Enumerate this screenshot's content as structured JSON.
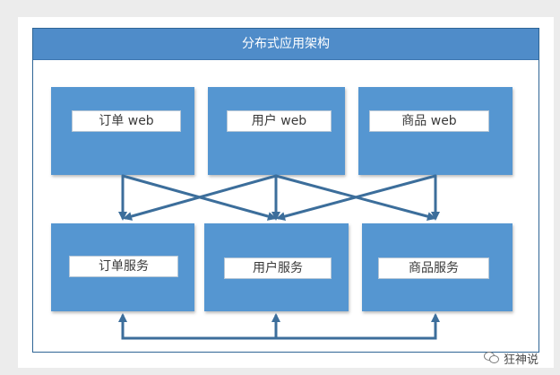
{
  "title": "分布式应用架构",
  "web_layer": [
    {
      "label": "订单 web"
    },
    {
      "label": "用户 web"
    },
    {
      "label": "商品 web"
    }
  ],
  "service_layer": [
    {
      "label": "订单服务"
    },
    {
      "label": "用户服务"
    },
    {
      "label": "商品服务"
    }
  ],
  "watermark": {
    "text": "狂神说",
    "icon": "wechat-icon"
  },
  "colors": {
    "block": "#5596d1",
    "title_bar": "#4f8cc9",
    "arrow": "#3c6e9b",
    "frame_border": "#2f6595"
  }
}
